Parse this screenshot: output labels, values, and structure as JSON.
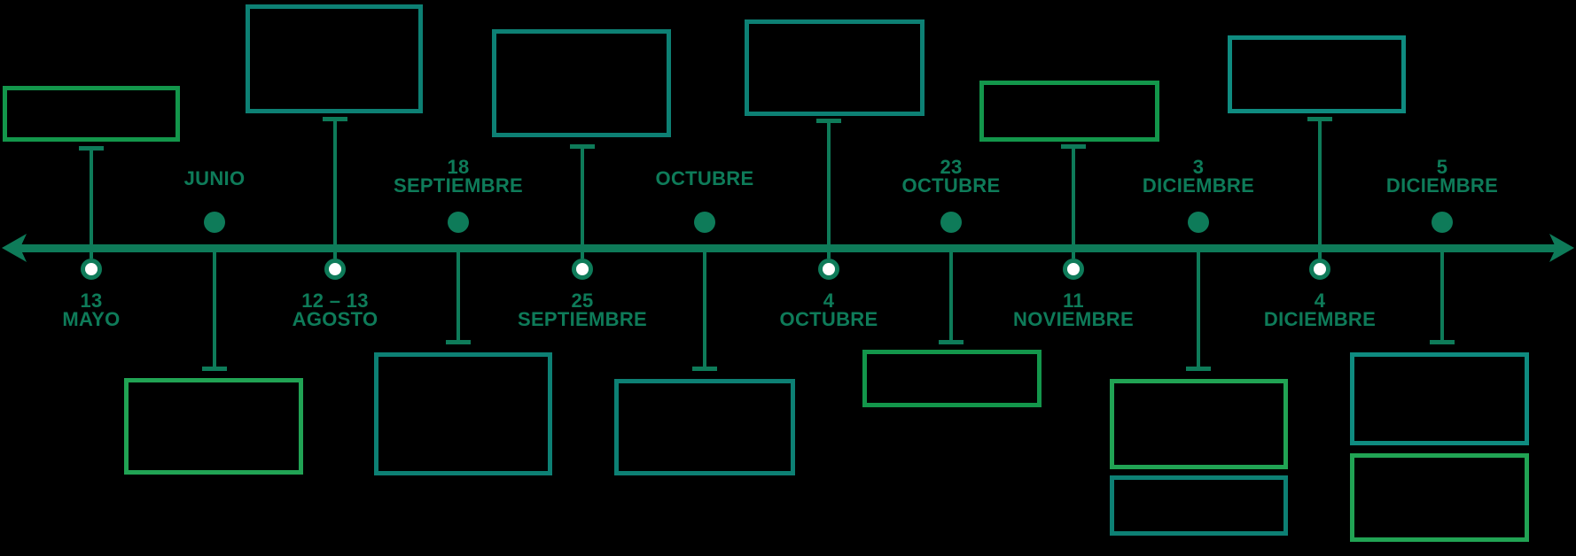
{
  "diagram_type": "timeline",
  "background": "#000000",
  "theme": {
    "ink": "#0E7B59",
    "green_a": "#13964B",
    "green_b": "#21A354",
    "teal_a": "#0D8074",
    "teal_b": "#0F8B80",
    "marker_fill": "#FFFFFF"
  },
  "axis": {
    "arrows": [
      "left",
      "right"
    ]
  },
  "events": [
    {
      "id": "13-mayo",
      "lines": [
        "13",
        "MAYO"
      ],
      "label_side": "below",
      "marker": "open-circle",
      "boxes": [
        {
          "position": "above",
          "color": "#13964B"
        }
      ]
    },
    {
      "id": "junio",
      "lines": [
        "JUNIO"
      ],
      "label_side": "above",
      "marker": "filled-dot",
      "boxes": [
        {
          "position": "below",
          "color": "#21A354"
        }
      ]
    },
    {
      "id": "12-13-agosto",
      "lines": [
        "12 – 13",
        "AGOSTO"
      ],
      "label_side": "below",
      "marker": "open-circle",
      "boxes": [
        {
          "position": "above",
          "color": "#0D8074"
        }
      ]
    },
    {
      "id": "18-septiembre",
      "lines": [
        "18",
        "SEPTIEMBRE"
      ],
      "label_side": "above",
      "marker": "filled-dot",
      "boxes": [
        {
          "position": "below",
          "color": "#0D8074"
        }
      ]
    },
    {
      "id": "25-septiembre",
      "lines": [
        "25",
        "SEPTIEMBRE"
      ],
      "label_side": "below",
      "marker": "open-circle",
      "boxes": [
        {
          "position": "above",
          "color": "#0D8074"
        }
      ]
    },
    {
      "id": "octubre",
      "lines": [
        "OCTUBRE"
      ],
      "label_side": "above",
      "marker": "filled-dot",
      "boxes": [
        {
          "position": "below",
          "color": "#0D8074"
        }
      ]
    },
    {
      "id": "4-octubre",
      "lines": [
        "4",
        "OCTUBRE"
      ],
      "label_side": "below",
      "marker": "open-circle",
      "boxes": [
        {
          "position": "above",
          "color": "#0D8074"
        }
      ]
    },
    {
      "id": "23-octubre",
      "lines": [
        "23",
        "OCTUBRE"
      ],
      "label_side": "above",
      "marker": "filled-dot",
      "boxes": [
        {
          "position": "below",
          "color": "#13964B"
        }
      ]
    },
    {
      "id": "11-noviembre",
      "lines": [
        "11",
        "NOVIEMBRE"
      ],
      "label_side": "below",
      "marker": "open-circle",
      "boxes": [
        {
          "position": "above",
          "color": "#13964B"
        }
      ]
    },
    {
      "id": "3-diciembre",
      "lines": [
        "3",
        "DICIEMBRE"
      ],
      "label_side": "above",
      "marker": "filled-dot",
      "boxes": [
        {
          "position": "below",
          "color": "#21A354"
        },
        {
          "position": "below",
          "color": "#0D8074"
        }
      ]
    },
    {
      "id": "4-diciembre",
      "lines": [
        "4",
        "DICIEMBRE"
      ],
      "label_side": "below",
      "marker": "open-circle",
      "boxes": [
        {
          "position": "above",
          "color": "#0F8B80"
        }
      ]
    },
    {
      "id": "5-diciembre",
      "lines": [
        "5",
        "DICIEMBRE"
      ],
      "label_side": "above",
      "marker": "filled-dot",
      "boxes": [
        {
          "position": "below",
          "color": "#0F8B80"
        },
        {
          "position": "below",
          "color": "#21A354"
        }
      ]
    }
  ]
}
